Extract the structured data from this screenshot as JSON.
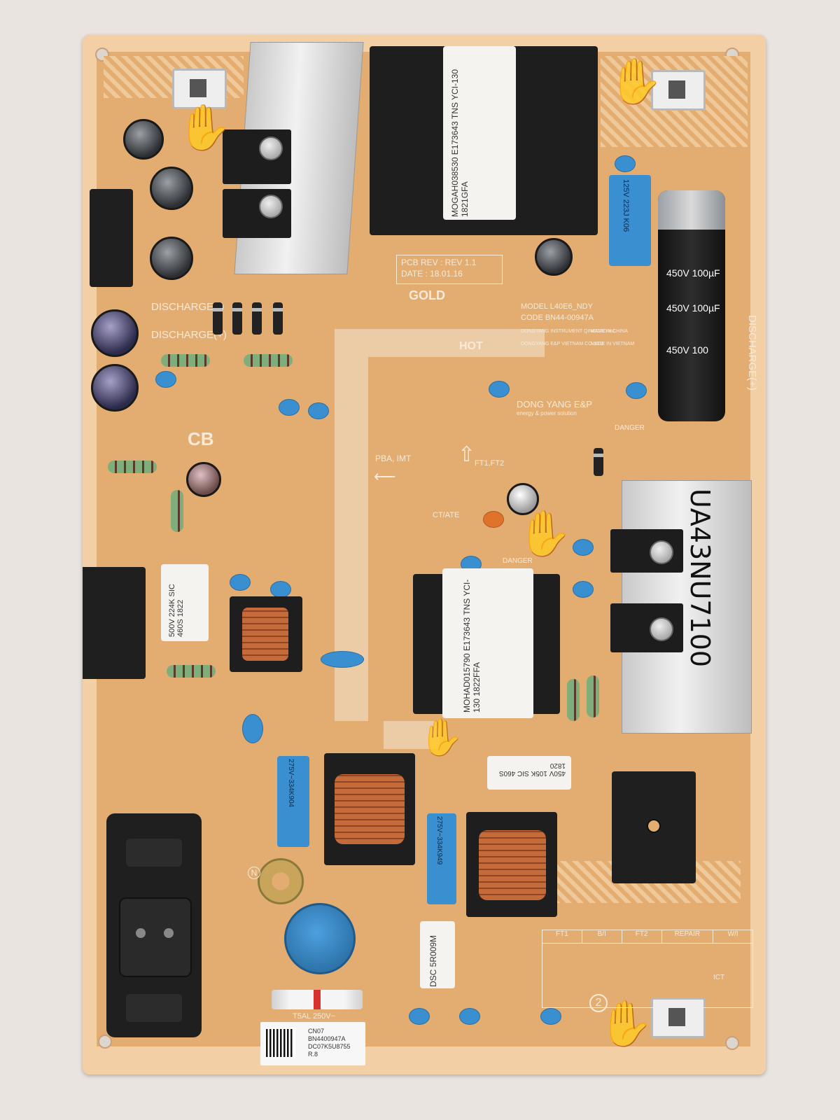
{
  "board": {
    "pcb_rev": "PCB REV : REV 1.1",
    "date": "DATE : 18.01.16",
    "gold": "GOLD",
    "hot": "HOT",
    "cb": "CB",
    "model_line": "MODEL L40E6_NDY",
    "code_line": "CODE BN44-00947A",
    "maker_name": "DONG YANG E&P",
    "maker_tagline": "energy & power solution",
    "maker_qingdao": "DONGYANG INSTRUMENT QINGDAO Inc.",
    "maker_vietnam": "DONGYANG E&P VIETNAM CO.,LTD",
    "made_china": "MADE IN CHINA",
    "made_vietnam": "MADE IN VIETNAM",
    "discharge_minus": "DISCHARGE(-)",
    "discharge_plus": "DISCHARGE(+)",
    "discharge_right": "DISCHARGE(+)",
    "pba_imt": "PBA, IMT",
    "ft1_ft2": "FT1,FT2",
    "ct_ate": "CT/ATE",
    "danger": "DANGER",
    "fuse_rating": "T5AL 250V~",
    "handwriting": "UA43NU7100",
    "nl_letter": "N",
    "circle_number": "2",
    "repair_table": {
      "headers": [
        "FT1",
        "B/I",
        "FT2",
        "REPAIR",
        "W/I"
      ],
      "ict": "ICT"
    },
    "sticker": {
      "line1": "CN07",
      "line2": "BN4400947A",
      "line3": "DC07K5U8755",
      "line4": "R.8"
    },
    "components": {
      "transformer_main": "MOGAH038530 E173643 TNS YCI-130 1821GFA",
      "transformer_standby": "MOHAD015790 E173643 TNS YCI-130 1822FFA",
      "cap_film_125": "125V 223J K06",
      "cap_bulk_a": "450V 100µF",
      "cap_bulk_b": "450V 100µF",
      "cap_bulk_c": "450V 100",
      "cap_film_500": "500V 224K SIC 460S 1822",
      "cap_x2_left": "275V~334K904",
      "cap_x2_right": "275V~334K949",
      "cap_450_105": "450V 105K SIC 460S 1820",
      "ntc": "DSC 5R009M"
    }
  }
}
